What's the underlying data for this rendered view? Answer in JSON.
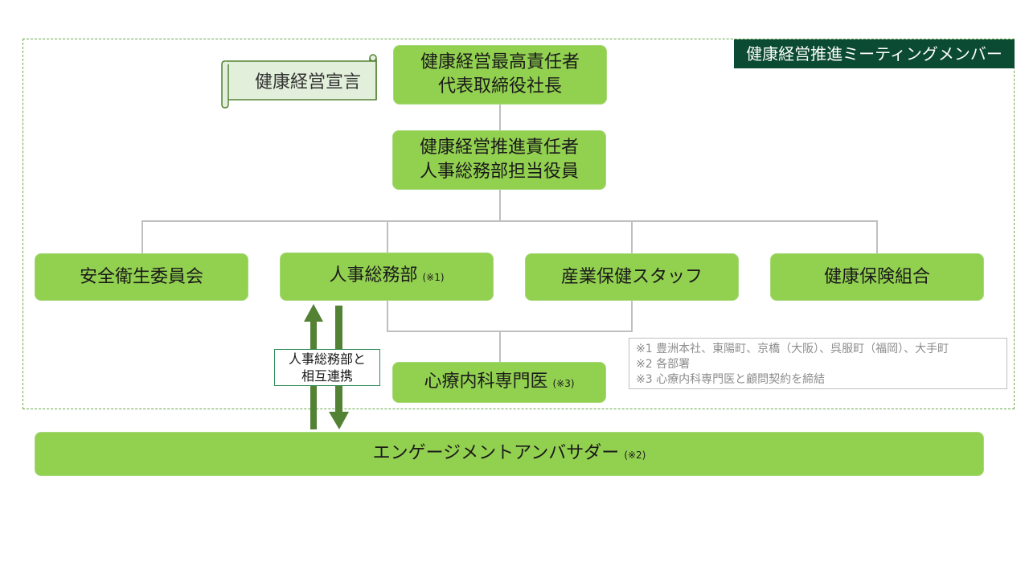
{
  "member_tag": "健康経営推進ミーティングメンバー",
  "declaration": "健康経営宣言",
  "top": {
    "line1": "健康経営最高責任者",
    "line2": "代表取締役社長"
  },
  "promo": {
    "line1": "健康経営推進責任者",
    "line2": "人事総務部担当役員"
  },
  "branches": [
    {
      "label": "安全衛生委員会",
      "note": ""
    },
    {
      "label": "人事総務部",
      "note": "(※1)"
    },
    {
      "label": "産業保健スタッフ",
      "note": ""
    },
    {
      "label": "健康保険組合",
      "note": ""
    }
  ],
  "specialist": {
    "label": "心療内科専門医",
    "note": "(※3)"
  },
  "ambassador": {
    "label": "エンゲージメントアンバサダー",
    "note": "(※2)"
  },
  "liaison": {
    "line1": "人事総務部と",
    "line2": "相互連携"
  },
  "notes": [
    "※1 豊洲本社、東陽町、京橋（大阪）、呉服町（福岡）、大手町",
    "※2 各部署",
    "※3 心療内科専門医と顧問契約を締結"
  ],
  "colors": {
    "box": "#92d050",
    "dark_green": "#0b4a33",
    "arrow": "#548235",
    "line": "#bfbfbf",
    "scroll_fill": "#e2efda"
  }
}
